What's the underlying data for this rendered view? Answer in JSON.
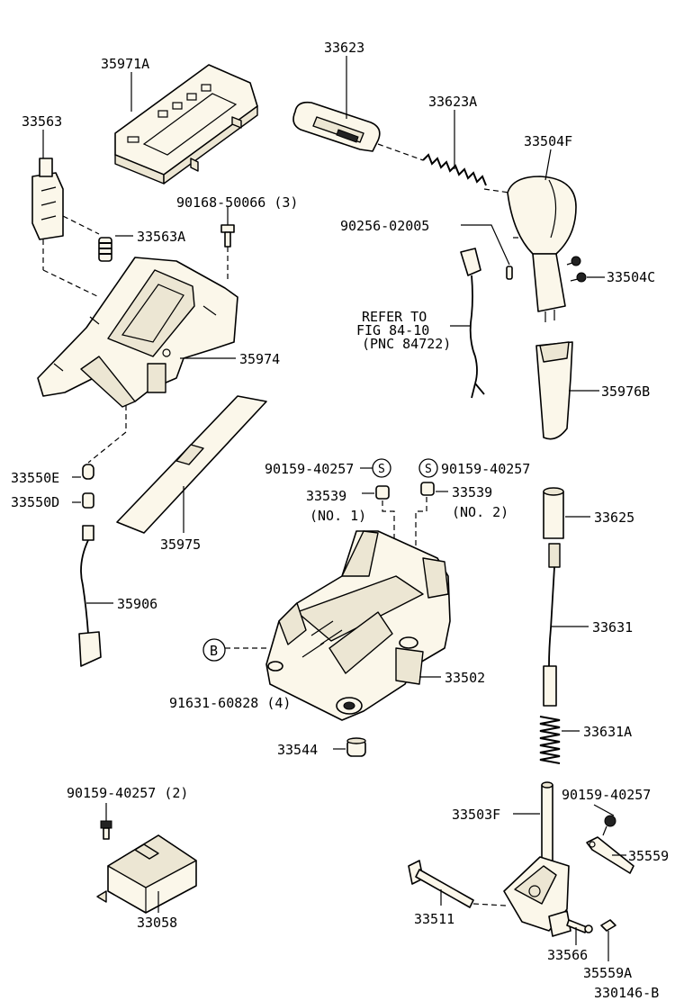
{
  "labels": {
    "p35971A": "35971A",
    "p33623": "33623",
    "p33623A": "33623A",
    "p33504F": "33504F",
    "p33563": "33563",
    "p90168": "90168-50066 (3)",
    "p33563A": "33563A",
    "p90256": "90256-02005",
    "p33504C": "33504C",
    "refer1": "REFER TO",
    "refer2": "FIG 84-10",
    "refer3": "(PNC 84722)",
    "p35974": "35974",
    "p35976B": "35976B",
    "p33550E": "33550E",
    "p33550D": "33550D",
    "p90159a": "90159-40257",
    "markS": "S",
    "p90159b": "90159-40257",
    "p33539a": "33539",
    "no1": "(NO. 1)",
    "p33539b": "33539",
    "no2": "(NO. 2)",
    "p33625": "33625",
    "p35975": "35975",
    "p35906": "35906",
    "p33631": "33631",
    "markB": "B",
    "p33502": "33502",
    "p91631": "91631-60828 (4)",
    "p33544": "33544",
    "p33631A": "33631A",
    "p90159c": "90159-40257 (2)",
    "p90159d": "90159-40257",
    "p33503F": "33503F",
    "p35559": "35559",
    "p33058": "33058",
    "p33511": "33511",
    "p33566": "33566",
    "p35559A": "35559A",
    "figure_id": "330146-B"
  }
}
